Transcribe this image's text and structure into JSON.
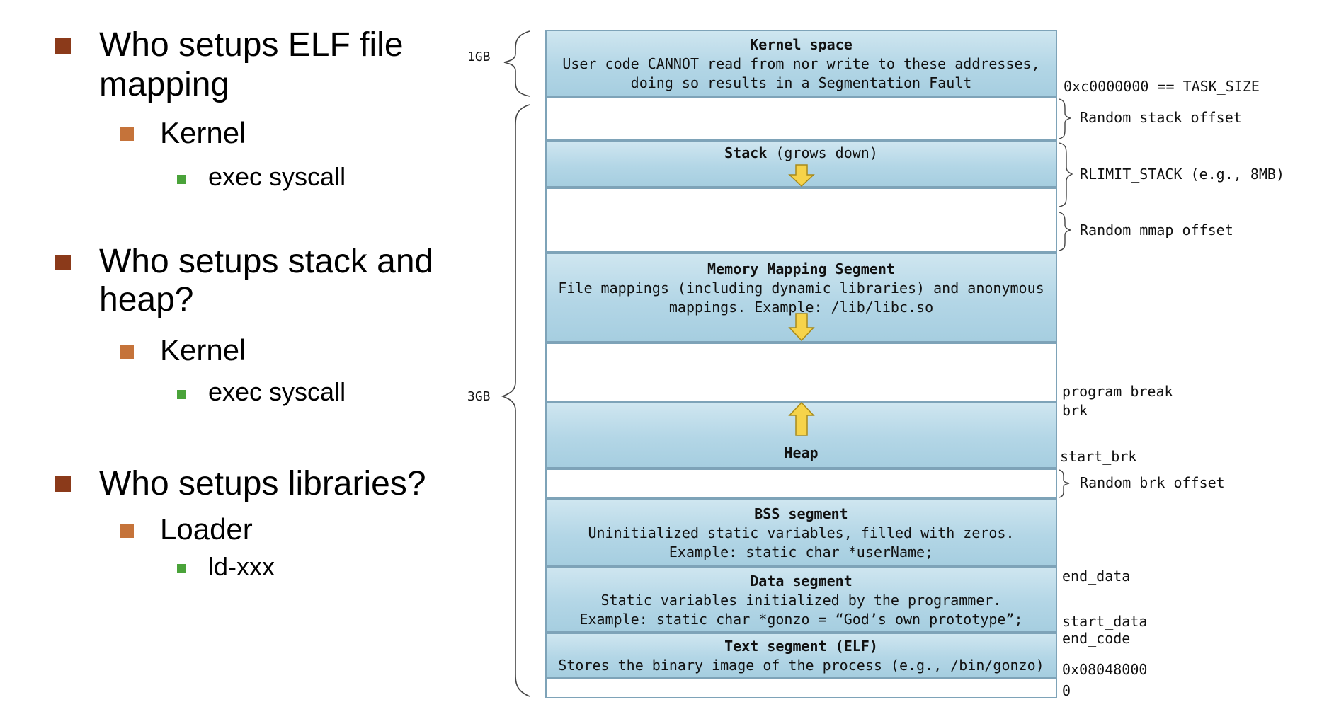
{
  "bullets": {
    "q1": {
      "line1": "Who setups ELF file",
      "line2": "mapping",
      "sub": "Kernel",
      "subsub": "exec syscall"
    },
    "q2": {
      "line1": "Who setups stack and",
      "line2": "heap?",
      "sub": "Kernel",
      "subsub": "exec syscall"
    },
    "q3": {
      "line1": "Who setups libraries?",
      "sub": "Loader",
      "subsub": "ld-xxx"
    }
  },
  "diagram": {
    "size_labels": {
      "kernel": "1GB",
      "user": "3GB"
    },
    "segments": {
      "kernel": {
        "title": "Kernel space",
        "line1": "User code CANNOT read from nor write to these addresses,",
        "line2": "doing so results in a Segmentation Fault"
      },
      "stack": {
        "title": "Stack",
        "note": "(grows down)"
      },
      "mmap": {
        "title": "Memory Mapping Segment",
        "line1": "File mappings (including dynamic libraries) and anonymous",
        "line2": "mappings. Example: /lib/libc.so"
      },
      "heap": {
        "title": "Heap"
      },
      "bss": {
        "title": "BSS segment",
        "line1": "Uninitialized static variables, filled with zeros.",
        "line2": "Example: static char *userName;"
      },
      "data": {
        "title": "Data segment",
        "line1": "Static variables initialized by the programmer.",
        "line2": "Example: static char *gonzo = “God’s own prototype”;"
      },
      "text": {
        "title": "Text segment (ELF)",
        "line1": "Stores the binary image of the process (e.g., /bin/gonzo)"
      }
    },
    "right_labels": {
      "task_size": "0xc0000000 == TASK_SIZE",
      "random_stack": "Random stack offset",
      "rlimit": "RLIMIT_STACK (e.g., 8MB)",
      "random_mmap": "Random mmap offset",
      "program_break": "program break",
      "brk": "brk",
      "start_brk": "start_brk",
      "random_brk": "Random brk offset",
      "end_data": "end_data",
      "start_data": "start_data",
      "end_code": "end_code",
      "text_start": "0x08048000",
      "zero": "0"
    },
    "colors": {
      "segment_fill": "#b3d6e6",
      "segment_border": "#7ea3b8",
      "arrow_fill": "#f6d34a",
      "arrow_stroke": "#a88a1a"
    }
  }
}
